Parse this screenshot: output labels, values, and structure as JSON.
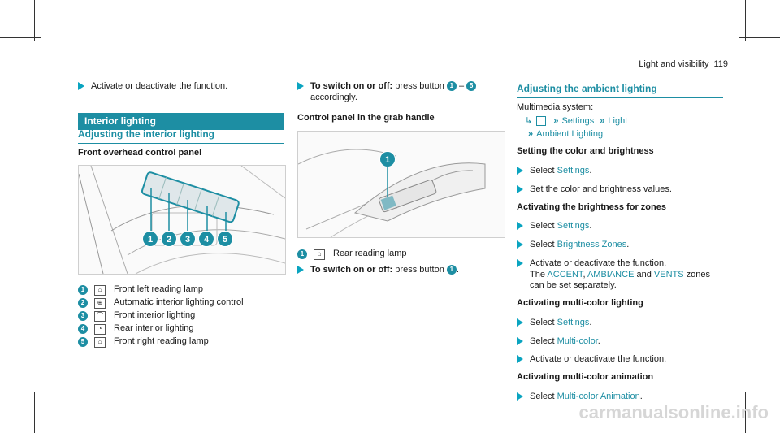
{
  "header": {
    "title": "Light and visibility",
    "page": "119"
  },
  "col1": {
    "step_top": "Activate or deactivate the function.",
    "section_bar": "Interior lighting",
    "sub_heading": "Adjusting the interior lighting",
    "panel_heading": "Front overhead control panel",
    "callouts": [
      "1",
      "2",
      "3",
      "4",
      "5"
    ],
    "legend": [
      {
        "num": "1",
        "icon": "reading-lamp-icon",
        "text": "Front left reading lamp"
      },
      {
        "num": "2",
        "icon": "auto-lighting-icon",
        "text": "Automatic interior lighting control"
      },
      {
        "num": "3",
        "icon": "front-interior-light-icon",
        "text": "Front interior lighting"
      },
      {
        "num": "4",
        "icon": "rear-interior-light-icon",
        "text": "Rear interior lighting"
      },
      {
        "num": "5",
        "icon": "reading-lamp-icon",
        "text": "Front right reading lamp"
      }
    ]
  },
  "col2": {
    "step1_bold": "To switch on or off:",
    "step1_text": "press button",
    "step1_from": "1",
    "step1_dash": "–",
    "step1_to": "5",
    "step1_tail": "accordingly.",
    "grab_heading": "Control panel in the grab handle",
    "callout": "1",
    "legend_num": "1",
    "legend_text": "Rear reading lamp",
    "step2_bold": "To switch on or off:",
    "step2_text": "press button",
    "step2_num": "1"
  },
  "col3": {
    "heading": "Adjusting the ambient lighting",
    "system_label": "Multimedia system:",
    "path": {
      "settings": "Settings",
      "light": "Light",
      "ambient": "Ambient Lighting"
    },
    "h_color": "Setting the color and brightness",
    "select": "Select",
    "settings": "Settings",
    "step_set": "Set the color and brightness values.",
    "h_zones": "Activating the brightness for zones",
    "brightness_zones": "Brightness Zones",
    "step_activate": "Activate or deactivate the function.",
    "zones_the": "The",
    "zone_accent": "ACCENT",
    "zone_ambiance": "AMBIANCE",
    "zone_and": "and",
    "zone_vents": "VENTS",
    "zones_tail": "zones",
    "zones_line2": "can be set separately.",
    "h_multi": "Activating multi-color lighting",
    "multi_color": "Multi-color",
    "h_anim": "Activating multi-color animation",
    "multi_anim": "Multi-color Animation"
  },
  "watermark": "carmanualsonline.info",
  "colors": {
    "accent": "#1d8ea3",
    "arrow": "#0aa4c0"
  }
}
